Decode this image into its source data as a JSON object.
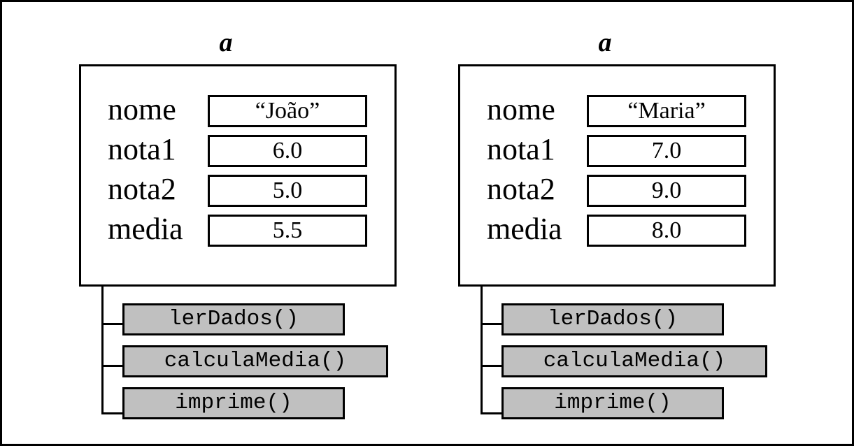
{
  "objects": [
    {
      "name": "a",
      "attributes": [
        {
          "name": "nome",
          "value": "“João”"
        },
        {
          "name": "nota1",
          "value": "6.0"
        },
        {
          "name": "nota2",
          "value": "5.0"
        },
        {
          "name": "media",
          "value": "5.5"
        }
      ],
      "methods": [
        {
          "label": "lerDados()"
        },
        {
          "label": "calculaMedia()"
        },
        {
          "label": "imprime()"
        }
      ]
    },
    {
      "name": "a",
      "attributes": [
        {
          "name": "nome",
          "value": "“Maria”"
        },
        {
          "name": "nota1",
          "value": "7.0"
        },
        {
          "name": "nota2",
          "value": "9.0"
        },
        {
          "name": "media",
          "value": "8.0"
        }
      ],
      "methods": [
        {
          "label": "lerDados()"
        },
        {
          "label": "calculaMedia()"
        },
        {
          "label": "imprime()"
        }
      ]
    }
  ]
}
